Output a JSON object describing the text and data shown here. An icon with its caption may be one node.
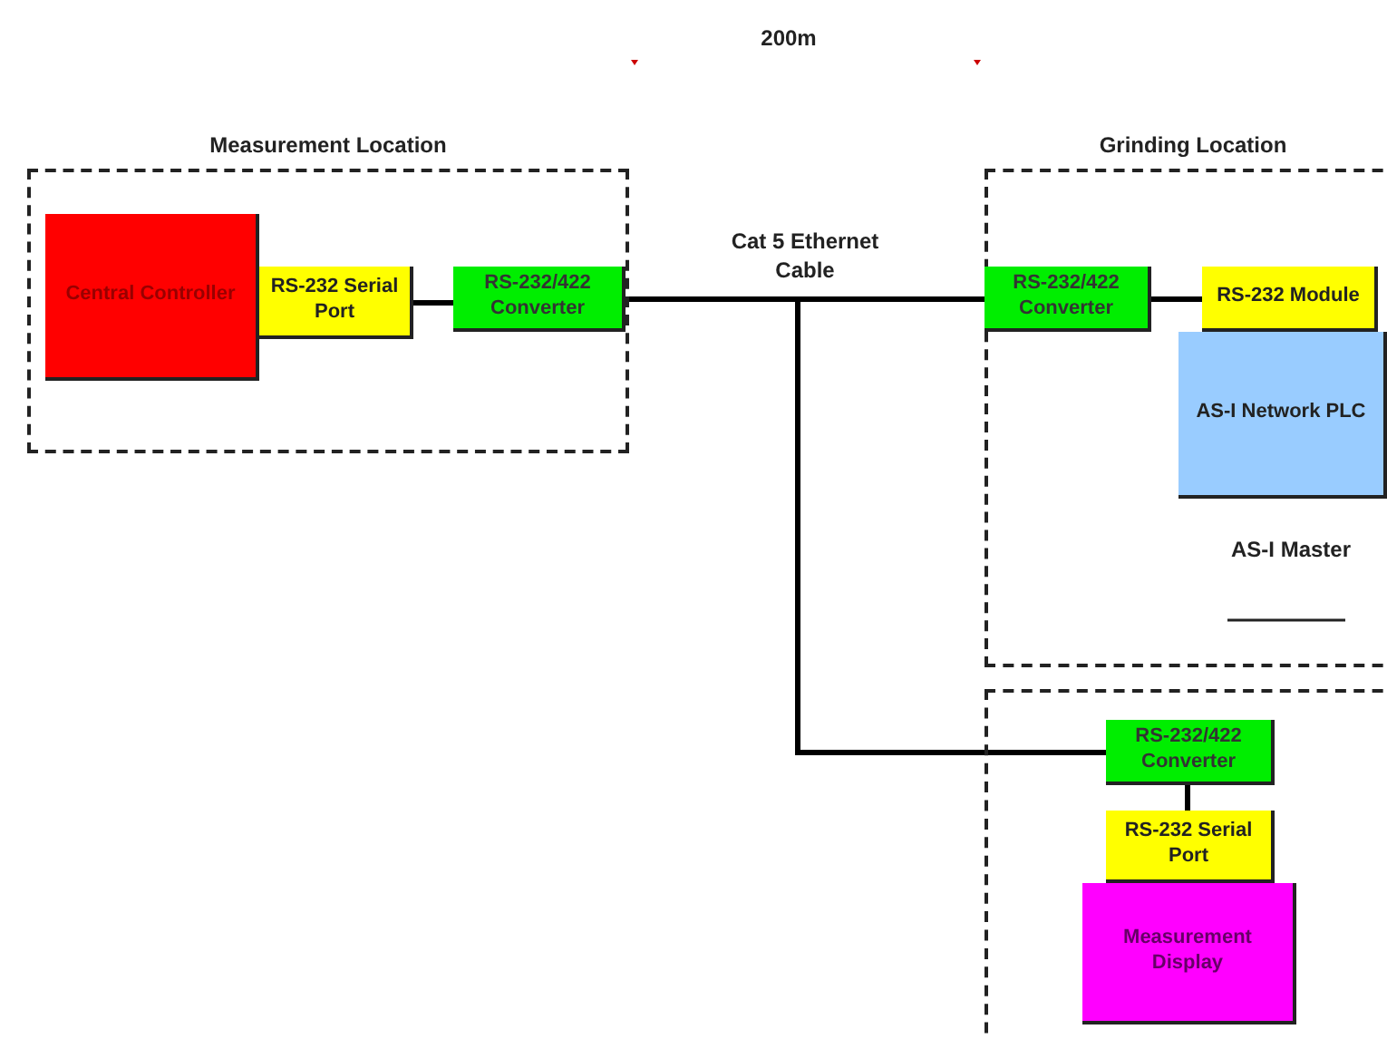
{
  "diagram": {
    "nodes": [
      {
        "text": [
          "Measurement Location"
        ]
      },
      {
        "text": [
          "Central Controller"
        ],
        "in": 0
      },
      {
        "text": [
          "RS-232 Serial Port"
        ],
        "in": 0
      },
      {
        "text": [
          "RS-232/422 Converter"
        ],
        "in": 0
      },
      {
        "text": [
          "Grinding Location"
        ]
      },
      {
        "text": [
          "RS-232/422 Converter"
        ],
        "in": 4
      },
      {
        "text": [
          "RS-232 Module"
        ],
        "in": 4
      },
      {
        "text": [
          "AS-I Network PLC"
        ],
        "in": 4
      },
      {
        "text": [],
        "shape": "box"
      },
      {
        "text": [
          "RS-232/422 Converter"
        ],
        "in": 8
      },
      {
        "text": [
          "RS-232 Serial Port"
        ],
        "in": 8
      },
      {
        "text": [
          "Measurement Display"
        ],
        "in": 8
      }
    ],
    "edges": [
      {
        "from": 2,
        "to": 3,
        "arrow": "none"
      },
      {
        "from": 3,
        "to": 5,
        "arrow": "none",
        "label": "Cat 5 Ethernet Cable"
      },
      {
        "from": 5,
        "to": 6,
        "arrow": "none"
      },
      {
        "from": 3,
        "to": 9,
        "arrow": "none"
      },
      {
        "from": 9,
        "to": 10,
        "arrow": "none"
      }
    ],
    "labels": [
      "200m",
      "AS-I Master"
    ]
  }
}
